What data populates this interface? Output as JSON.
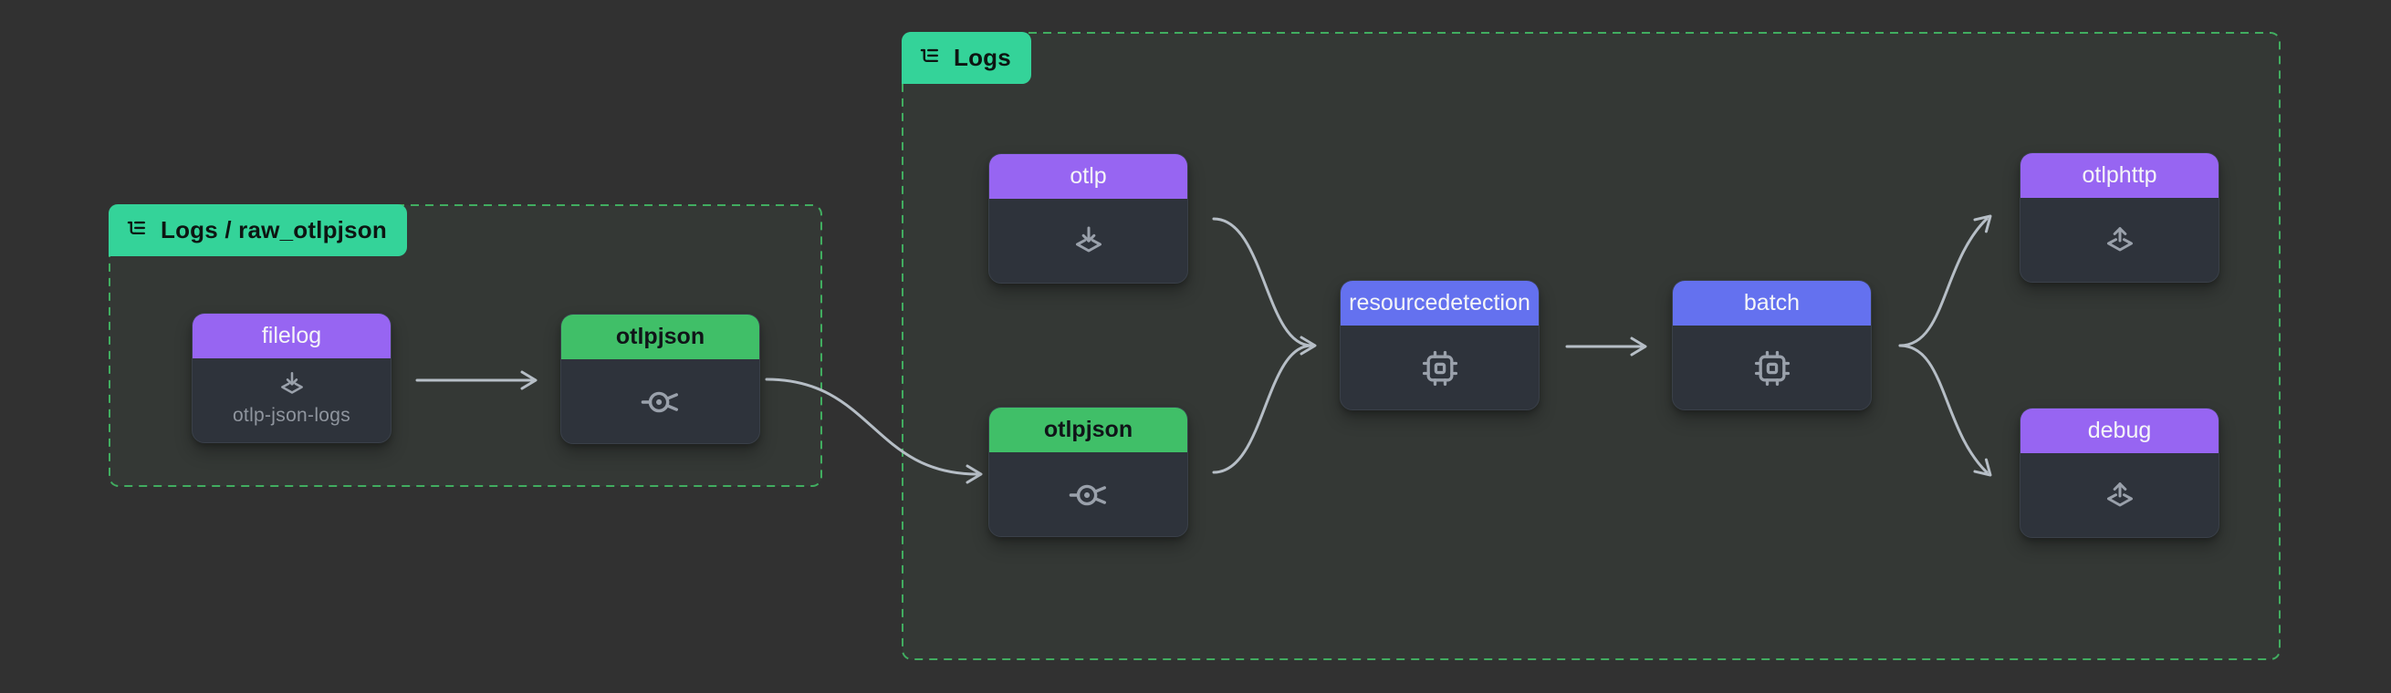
{
  "groups": {
    "raw_otlpjson": {
      "label": "Logs / raw_otlpjson",
      "icon": "list-tree-icon"
    },
    "logs": {
      "label": "Logs",
      "icon": "list-tree-icon"
    }
  },
  "nodes": {
    "filelog": {
      "label": "filelog",
      "sublabel": "otlp-json-logs",
      "kind": "receiver",
      "icon": "receiver-inbox-icon",
      "group": "raw_otlpjson"
    },
    "otlpjson_left": {
      "label": "otlpjson",
      "kind": "connector",
      "icon": "connector-icon",
      "group": "raw_otlpjson"
    },
    "otlp": {
      "label": "otlp",
      "kind": "receiver",
      "icon": "receiver-inbox-icon",
      "group": "logs"
    },
    "otlpjson_right": {
      "label": "otlpjson",
      "kind": "connector",
      "icon": "connector-icon",
      "group": "logs"
    },
    "resourcedetection": {
      "label": "resourcedetection",
      "kind": "processor",
      "icon": "cpu-icon",
      "group": "logs"
    },
    "batch": {
      "label": "batch",
      "kind": "processor",
      "icon": "cpu-icon",
      "group": "logs"
    },
    "otlphttp": {
      "label": "otlphttp",
      "kind": "exporter",
      "icon": "exporter-upload-icon",
      "group": "logs"
    },
    "debug": {
      "label": "debug",
      "kind": "exporter",
      "icon": "exporter-upload-icon",
      "group": "logs"
    }
  },
  "edges": [
    {
      "from": "filelog",
      "to": "otlpjson_left"
    },
    {
      "from": "otlpjson_left",
      "to": "otlpjson_right"
    },
    {
      "from": "otlp",
      "to": "resourcedetection"
    },
    {
      "from": "otlpjson_right",
      "to": "resourcedetection"
    },
    {
      "from": "resourcedetection",
      "to": "batch"
    },
    {
      "from": "batch",
      "to": "otlphttp"
    },
    {
      "from": "batch",
      "to": "debug"
    }
  ],
  "colors": {
    "canvas-bg": "#313131",
    "group-fill": "rgba(125,190,135,0.05)",
    "group-stroke": "#41ad60",
    "tab-bg": "#34d399",
    "tab-text": "#0d1512",
    "receiver-header": "#9765f2",
    "processor-header": "#6471ef",
    "connector-header": "#40bf68",
    "header-text-light": "#f5f6f8",
    "header-text-dark": "#101418",
    "node-body": "#2e333b",
    "node-border": "#3a4049",
    "icon": "#9aa1ab",
    "sublabel": "#8f959e",
    "edge": "#b6bec6"
  }
}
